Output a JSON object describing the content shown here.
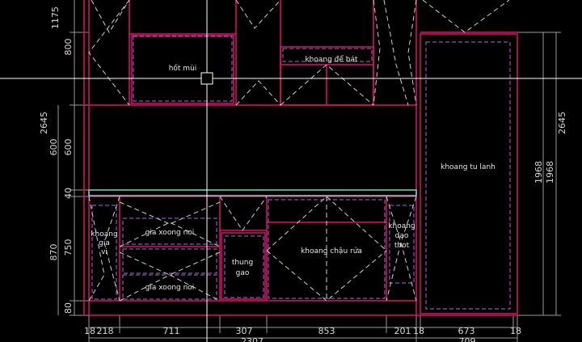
{
  "app": {
    "colors": {
      "background": "#000000",
      "cabinet": "#e0106a",
      "dashed": "#b06ad2",
      "hatch": "#cfcfcf",
      "counter": "#7fd6c4",
      "dim": "#d7d7d7",
      "crosshair": "#ffffff"
    }
  },
  "labels": {
    "hood": "hốt mùi",
    "dish_space": "khoang để bát",
    "fridge": "khoang tu lanh",
    "spice": [
      "khoang",
      "gia",
      "vi"
    ],
    "pot_rack_top": "gia xoong noi",
    "pot_rack_bottom": "gia xoong noi",
    "rice_bin": [
      "thung",
      "gao"
    ],
    "sink": "khoang chậu rửa",
    "cutting_board": [
      "khoang",
      "dao",
      "thot"
    ]
  },
  "dims_left": {
    "top": "1175",
    "upper": "800",
    "total": "2645",
    "wall_a": "600",
    "wall_b": "600",
    "counter": "40",
    "base_a": "870",
    "base_b": "750",
    "plinth": "80"
  },
  "dims_right": {
    "total": "2645",
    "fridge_a": "1968",
    "fridge_b": "1968"
  },
  "dims_bottom": {
    "d1": "18",
    "d2": "218",
    "d3": "711",
    "d4": "307",
    "d5": "853",
    "d6": "201",
    "d7": "18",
    "d8": "673",
    "d9": "18",
    "sum_left": "2307",
    "sum_right": "709"
  }
}
